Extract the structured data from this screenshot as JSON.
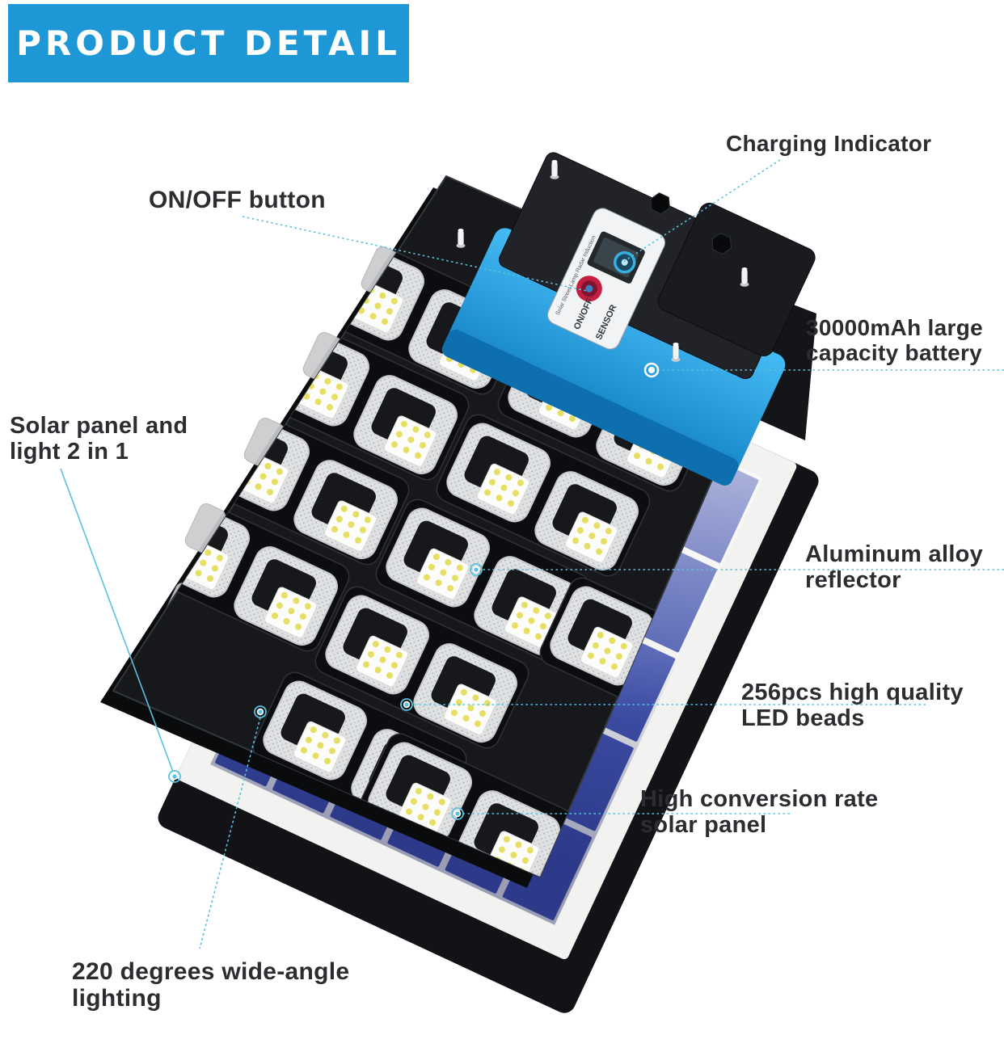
{
  "header": {
    "title": "PRODUCT DETAIL"
  },
  "callouts": {
    "charging_indicator": {
      "text": "Charging Indicator"
    },
    "on_off_button": {
      "text": "ON/OFF button"
    },
    "battery": {
      "line1": "30000mAh large",
      "line2": "capacity battery"
    },
    "solar_light_2in1": {
      "line1": "Solar panel and",
      "line2": "light 2 in 1"
    },
    "aluminum_reflector": {
      "line1": "Aluminum alloy",
      "line2": "reflector"
    },
    "led_beads": {
      "line1": "256pcs high quality",
      "line2": "LED beads"
    },
    "solar_panel": {
      "line1": "High conversion rate",
      "line2": "solar panel"
    },
    "wide_angle": {
      "line1": "220 degrees wide-angle",
      "line2": "lighting"
    }
  },
  "device_label": {
    "brand": "Solar Street Lamp Radar Induction",
    "on_off": "ON/OFF",
    "sensor": "SENSOR"
  },
  "colors": {
    "header_bg": "#1e97d7",
    "callout_line": "#5bc0dd",
    "text": "#2c2d30",
    "battery_blue": "#2aa9ea",
    "solar_cell_blue": "#4253ac",
    "led_yellow": "#e7df63",
    "panel_black": "#17181c"
  }
}
